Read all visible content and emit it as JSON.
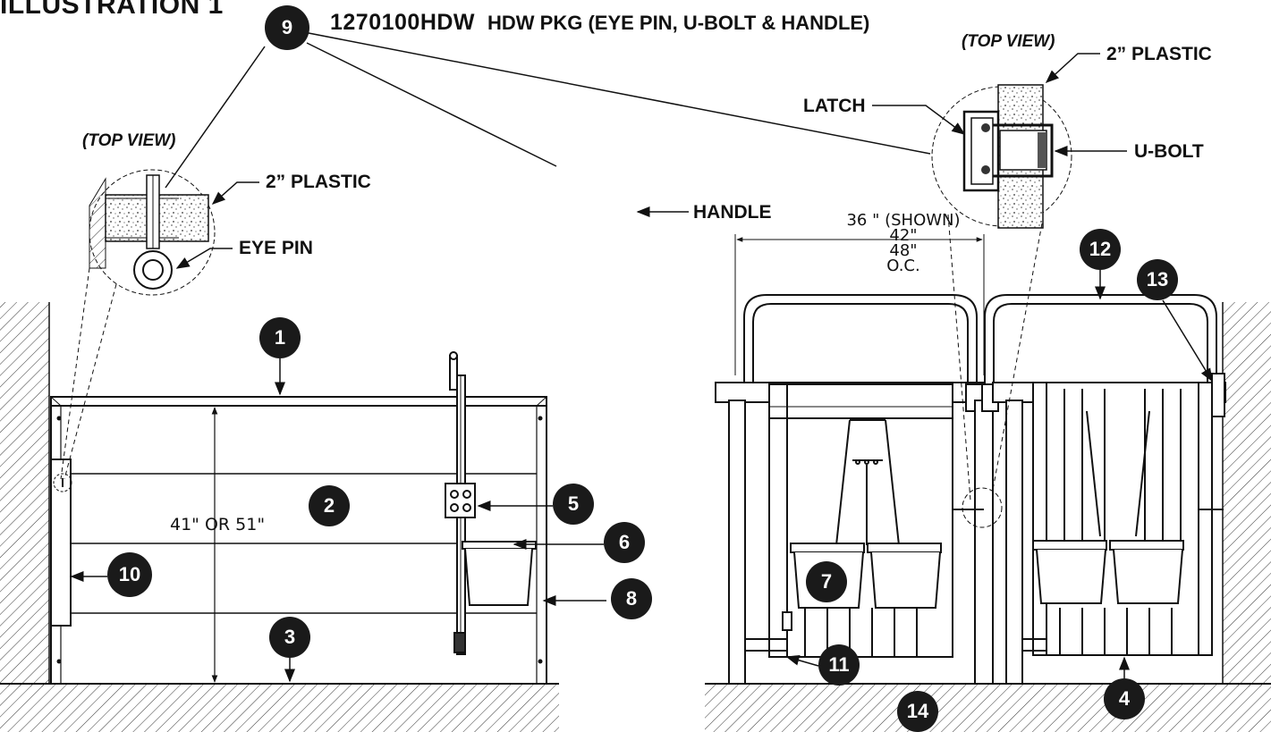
{
  "diagram": {
    "title": "ILLUSTRATION 1",
    "part_number": "1270100HDW",
    "part_description": "HDW PKG (EYE PIN, U-BOLT & HANDLE)",
    "callouts": [
      {
        "id": "1",
        "label": "1"
      },
      {
        "id": "2",
        "label": "2"
      },
      {
        "id": "3",
        "label": "3"
      },
      {
        "id": "4",
        "label": "4"
      },
      {
        "id": "5",
        "label": "5"
      },
      {
        "id": "6",
        "label": "6"
      },
      {
        "id": "7",
        "label": "7"
      },
      {
        "id": "8",
        "label": "8"
      },
      {
        "id": "9",
        "label": "9"
      },
      {
        "id": "10",
        "label": "10"
      },
      {
        "id": "11",
        "label": "11"
      },
      {
        "id": "12",
        "label": "12"
      },
      {
        "id": "13",
        "label": "13"
      },
      {
        "id": "14",
        "label": "14"
      }
    ],
    "left_detail": {
      "view_label": "(TOP VIEW)",
      "plastic_label": "2” PLASTIC",
      "eye_pin_label": "EYE PIN"
    },
    "right_detail": {
      "view_label": "(TOP VIEW)",
      "plastic_label": "2” PLASTIC",
      "latch_label": "LATCH",
      "ubolt_label": "U-BOLT"
    },
    "handle_label": "HANDLE",
    "height_dimension": "41\" OR 51\"",
    "width_dimension": {
      "shown": "36 \" (SHOWN)",
      "options": [
        "42\"",
        "48\""
      ],
      "note": "O.C."
    }
  },
  "colors": {
    "line": "#111111",
    "badge": "#1a1a1a",
    "badge_text": "#ffffff"
  }
}
